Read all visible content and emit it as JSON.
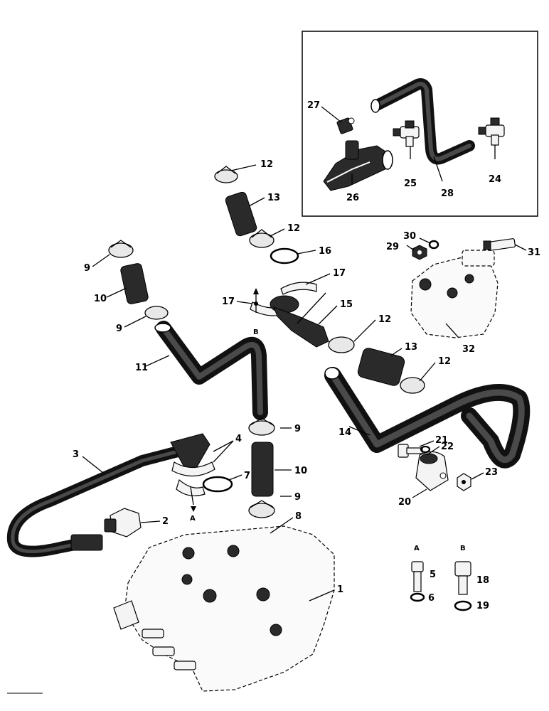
{
  "callouts": {
    "c1": "1",
    "c2": "2",
    "c3": "3",
    "c4": "4",
    "c5": "5",
    "c6": "6",
    "c7": "7",
    "c8": "8",
    "c9a": "9",
    "c9b": "9",
    "c9c": "9",
    "c9d": "9",
    "c10a": "10",
    "c10b": "10",
    "c11": "11",
    "c12a": "12",
    "c12b": "12",
    "c12c": "12",
    "c12d": "12",
    "c13a": "13",
    "c13b": "13",
    "c14": "14",
    "c15": "15",
    "c16": "16",
    "c17a": "17",
    "c17b": "17",
    "c18": "18",
    "c19": "19",
    "c20": "20",
    "c21": "21",
    "c22": "22",
    "c23": "23",
    "c24": "24",
    "c25": "25",
    "c26": "26",
    "c27": "27",
    "c28": "28",
    "c29": "29",
    "c30": "30",
    "c31": "31",
    "c32": "32"
  },
  "markers": {
    "arrow_a": "A",
    "arrow_b": "B",
    "bolt_a": "A",
    "bolt_b": "B"
  }
}
